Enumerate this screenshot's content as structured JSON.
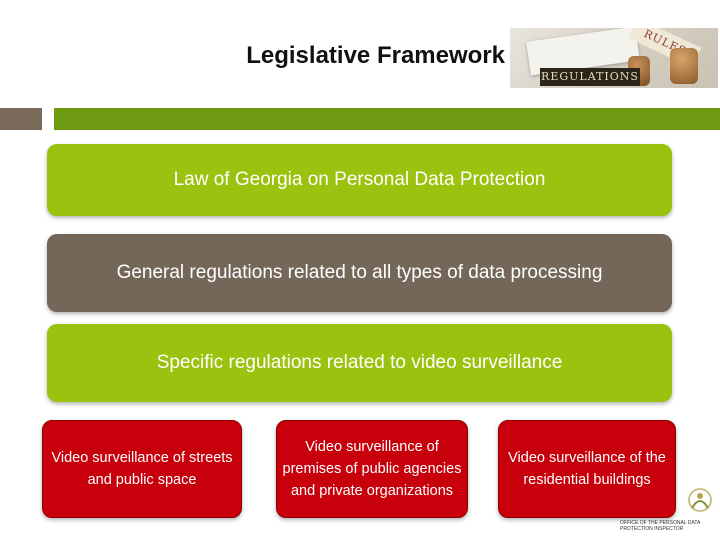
{
  "title": "Legislative Framework",
  "banner": {
    "regulations_text": "REGULATIONS",
    "rules_text": "RULES"
  },
  "boxes": [
    {
      "text": "Law of Georgia on Personal Data Protection",
      "color": "#9bc20f"
    },
    {
      "text": "General regulations related to all types of data processing",
      "color": "#74675a"
    },
    {
      "text": "Specific regulations related to video surveillance",
      "color": "#9bc20f"
    }
  ],
  "subitems": [
    {
      "text": "Video surveillance of streets and public space",
      "color": "#c7000b"
    },
    {
      "text": "Video surveillance of premises of public agencies and private organizations",
      "color": "#c7000b"
    },
    {
      "text": "Video surveillance of the residential buildings",
      "color": "#c7000b"
    }
  ],
  "logo": {
    "text": "OFFICE OF THE PERSONAL DATA PROTECTION INSPECTOR"
  },
  "colors": {
    "accent_green": "#6e9a12",
    "accent_brown": "#7a6a5a"
  }
}
